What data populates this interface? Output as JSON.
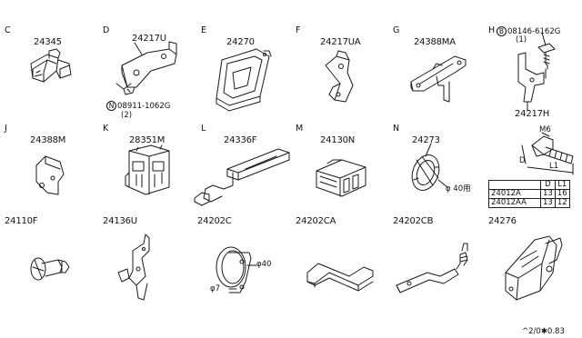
{
  "sections": [
    {
      "letter": "C",
      "part": "24345"
    },
    {
      "letter": "D",
      "part": "24217U",
      "note": "08911-1062G",
      "qty": "(2)",
      "circle": "N"
    },
    {
      "letter": "E",
      "part": "24270"
    },
    {
      "letter": "F",
      "part": "24217UA"
    },
    {
      "letter": "G",
      "part": "24388MA"
    },
    {
      "letter": "H",
      "part": "24217H",
      "note": "08146-6162G",
      "qty": "(1)",
      "circle": "B"
    },
    {
      "letter": "J",
      "part": "24388M"
    },
    {
      "letter": "K",
      "part": "28351M"
    },
    {
      "letter": "L",
      "part": "24336F"
    },
    {
      "letter": "M",
      "part": "24130N"
    },
    {
      "letter": "N",
      "part": "24273",
      "dim": "φ 40用"
    },
    {
      "letter": "",
      "part": "24110F"
    },
    {
      "letter": "",
      "part": "24136U"
    },
    {
      "letter": "",
      "part": "24202C",
      "dim1": "φ40",
      "dim2": "φ7"
    },
    {
      "letter": "",
      "part": "24202CA"
    },
    {
      "letter": "",
      "part": "24202CB"
    },
    {
      "letter": "",
      "part": "24276"
    }
  ],
  "bolt": {
    "label_m": "M6",
    "label_d": "D",
    "label_l": "L1"
  },
  "dim_table": {
    "headers": [
      "",
      "D",
      "L1"
    ],
    "rows": [
      [
        "24012A",
        "13",
        "16"
      ],
      [
        "24012AA",
        "13",
        "12"
      ]
    ]
  },
  "footer_code": "^2/0✱0.83"
}
